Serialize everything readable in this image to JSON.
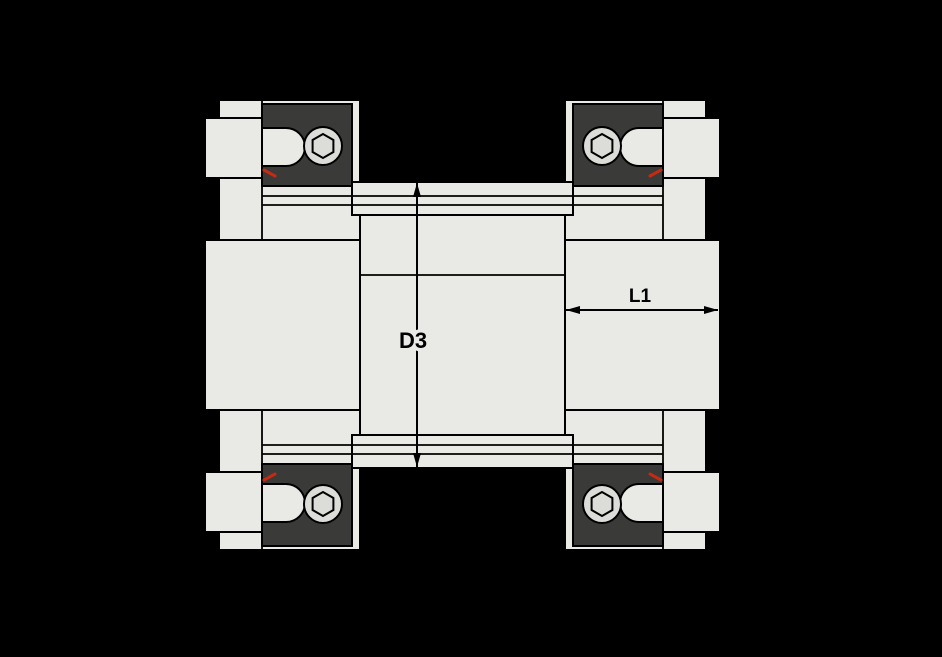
{
  "diagram": {
    "dimensions": {
      "d3": {
        "label": "D3",
        "orientation": "vertical"
      },
      "l1": {
        "label": "L1",
        "orientation": "horizontal"
      }
    },
    "colors": {
      "background": "#000000",
      "part_fill": "#e9e9e5",
      "part_stroke": "#000000",
      "clamp_fill": "#3a3a38",
      "screw_fill": "#dcdcd8",
      "accent_red": "#c52a12",
      "label_color": "#000000"
    }
  }
}
